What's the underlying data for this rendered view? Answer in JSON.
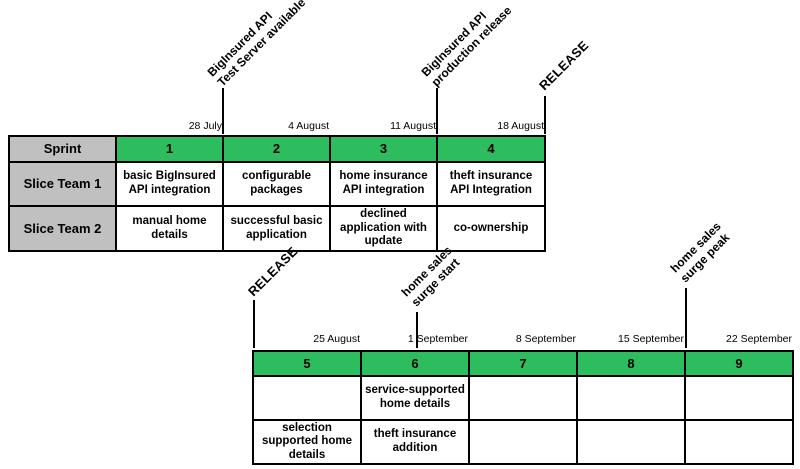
{
  "colors": {
    "green": "#2ebd5e",
    "gray": "#c0c0c0",
    "line": "#000000"
  },
  "top": {
    "row_labels": [
      "Sprint",
      "Slice Team 1",
      "Slice Team 2"
    ],
    "dates": [
      "28 July",
      "4 August",
      "11 August",
      "18 August"
    ],
    "sprints": [
      "1",
      "2",
      "3",
      "4"
    ],
    "team1": [
      "basic BigInsured API integration",
      "configurable packages",
      "home insurance API integration",
      "theft insurance API Integration"
    ],
    "team2": [
      "manual home details",
      "successful basic application",
      "declined application with update",
      "co-ownership"
    ],
    "milestones": [
      {
        "lines": [
          "BigInsured API",
          "Test Server available"
        ]
      },
      {
        "lines": [
          "BigInsured API",
          "production release"
        ]
      },
      {
        "lines": [
          "RELEASE"
        ]
      }
    ]
  },
  "bottom": {
    "dates": [
      "25 August",
      "1 September",
      "8 September",
      "15 September",
      "22 September"
    ],
    "sprints": [
      "5",
      "6",
      "7",
      "8",
      "9"
    ],
    "team1": [
      "",
      "service-supported home details",
      "",
      "",
      ""
    ],
    "team2": [
      "selection supported home details",
      "theft insurance addition",
      "",
      "",
      ""
    ],
    "milestones": [
      {
        "lines": [
          "RELEASE"
        ]
      },
      {
        "lines": [
          "home sales",
          "surge start"
        ]
      },
      {
        "lines": [
          "home sales",
          "surge peak"
        ]
      }
    ]
  }
}
